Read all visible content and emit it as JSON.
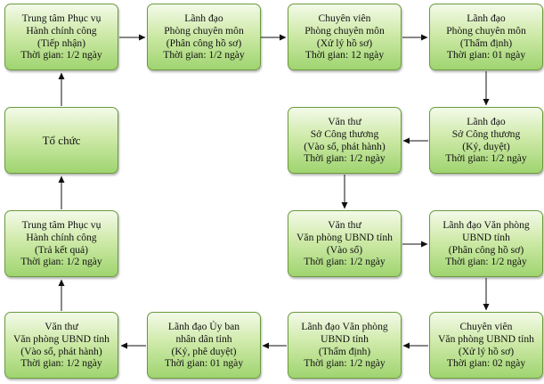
{
  "boxes": {
    "b1": [
      "Trung tâm Phục vụ",
      "Hành chính công",
      "(Tiếp nhận)",
      "Thời gian: 1/2 ngày"
    ],
    "b2": [
      "Lãnh đạo",
      "Phòng chuyên môn",
      "(Phân công hồ sơ)",
      "Thời gian: 1/2 ngày"
    ],
    "b3": [
      "Chuyên viên",
      "Phòng chuyên môn",
      "(Xử lý hồ sơ)",
      "Thời gian: 12 ngày"
    ],
    "b4": [
      "Lãnh đạo",
      "Phòng chuyên môn",
      "(Thẩm định)",
      "Thời gian: 01 ngày"
    ],
    "b5": [
      "Lãnh đạo",
      "Sở Công thương",
      "(Ký, duyệt)",
      "Thời gian: 1/2 ngày"
    ],
    "b6": [
      "Văn thư",
      "Sở Công thương",
      "(Vào sổ, phát hành)",
      "Thời gian: 1/2 ngày"
    ],
    "b7": [
      "Văn thư",
      "Văn phòng UBND tỉnh",
      "(Vào sổ)",
      "Thời gian: 1/2 ngày"
    ],
    "b8": [
      "Lãnh đạo Văn phòng",
      "UBND tỉnh",
      "(Phân công hồ sơ)",
      "Thời gian: 1/2 ngày"
    ],
    "b9": [
      "Chuyên viên",
      "Văn phòng UBND tỉnh",
      "(Xử lý hồ sơ)",
      "Thời gian: 02 ngày"
    ],
    "b10": [
      "Lãnh đạo Văn phòng",
      "UBND tỉnh",
      "(Thẩm định)",
      "Thời gian: 1/2 ngày"
    ],
    "b11": [
      "Lãnh đạo Ủy ban",
      "nhân dân tỉnh",
      "(Ký, phê duyệt)",
      "Thời gian: 01 ngày"
    ],
    "b12": [
      "Văn thư",
      "Văn phòng UBND tỉnh",
      "(Vào sổ, phát hành)",
      "Thời gian: 1/2 ngày"
    ],
    "b13": [
      "Trung tâm Phục vụ",
      "Hành chính công",
      "(Trả kết quả)",
      "Thời gian: 1/2 ngày"
    ],
    "b14": [
      "Tổ chức"
    ]
  },
  "colors": {
    "box_border": "#6b9a3c",
    "box_top": "#f3fae9",
    "box_bottom": "#9fd470",
    "arrow": "#111111"
  }
}
